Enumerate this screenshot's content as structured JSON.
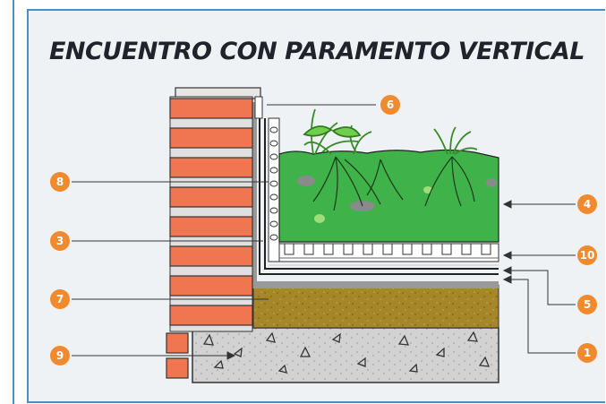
{
  "title": "ENCUENTRO CON PARAMENTO VERTICAL",
  "callouts": [
    {
      "id": "c6",
      "label": "6"
    },
    {
      "id": "c8",
      "label": "8"
    },
    {
      "id": "c3",
      "label": "3"
    },
    {
      "id": "c7",
      "label": "7"
    },
    {
      "id": "c9",
      "label": "9"
    },
    {
      "id": "c4",
      "label": "4"
    },
    {
      "id": "c10",
      "label": "10"
    },
    {
      "id": "c5",
      "label": "5"
    },
    {
      "id": "c1",
      "label": "1"
    }
  ],
  "colors": {
    "callout": "#f08a2e",
    "brick": "#ef7650",
    "soil_green": "#43b049",
    "substrate": "#a58628",
    "concrete": "#cfcfcf",
    "frame": "#4a90c8"
  }
}
